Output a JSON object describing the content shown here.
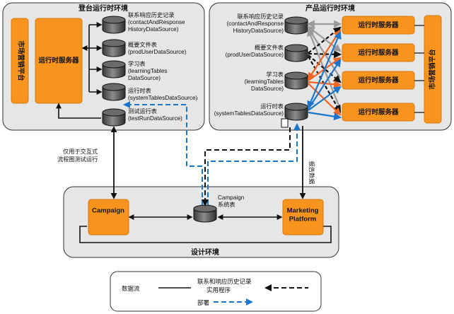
{
  "environments": {
    "staging": {
      "title": "登台运行时环境"
    },
    "production": {
      "title": "产品运行时环境"
    },
    "design": {
      "title": "设计环境"
    }
  },
  "staging": {
    "platform_label": "市场营销平台",
    "server_label": "运行时服务器",
    "datasources": [
      {
        "line1": "联系响应历史记录",
        "line2": "(contactAndResponse",
        "line3": "HistoryDataSource)"
      },
      {
        "line1": "概要文件表",
        "line2": "(prodUserDataSource)"
      },
      {
        "line1": "学习表",
        "line2": "(learningTables",
        "line3": "DataSource)"
      },
      {
        "line1": "运行时表",
        "line2": "(systemTablesDataSource)"
      },
      {
        "line1": "测试运行表",
        "line2": "(testRunDataSource)"
      }
    ]
  },
  "production": {
    "platform_label": "市场营销平台",
    "server_labels": [
      "运行时服务器",
      "运行时服务器",
      "运行时服务器",
      "运行时服务器"
    ],
    "datasources": [
      {
        "line1": "联系响应历史记录",
        "line2": "(contactAndResponse",
        "line3": "HistoryDataSource)"
      },
      {
        "line1": "概要文件表",
        "line2": "(prodUserDataSource)"
      },
      {
        "line1": "学习表",
        "line2": "(learningTables",
        "line3": "DataSource)"
      },
      {
        "line1": "运行时表",
        "line2": "(systemTablesDataSource)"
      }
    ]
  },
  "design": {
    "campaign_label": "Campaign",
    "system_table_line1": "Campaign",
    "system_table_line2": "系统表",
    "marketing_line1": "Marketing",
    "marketing_line2": "Platform"
  },
  "annotations": {
    "interactive_line1": "仅用于交互式",
    "interactive_line2": "流程图测试运行",
    "report_data": "报告数据"
  },
  "legend": {
    "dataflow": "数据流",
    "utility_line1": "联系和响应历史记录",
    "utility_line2": "实用程序",
    "deploy": "部署"
  },
  "colors": {
    "orange": "#f7941d",
    "panel": "#e6e6e6",
    "deploy_blue": "#1b75c9",
    "arrow_orange": "#f26522",
    "arrow_gray": "#9a9a9a"
  }
}
